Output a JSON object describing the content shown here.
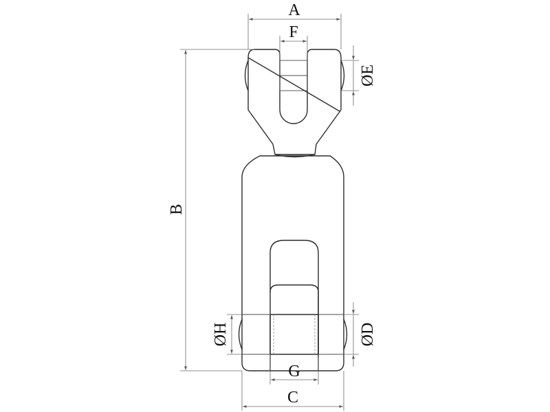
{
  "labels": {
    "A": "A",
    "B": "B",
    "C": "C",
    "D": "ØD",
    "E": "ØE",
    "F": "F",
    "G": "G",
    "H": "ØH"
  },
  "colors": {
    "outline": "#2b2b2b",
    "dimension": "#6a6a6a",
    "text": "#111111"
  }
}
